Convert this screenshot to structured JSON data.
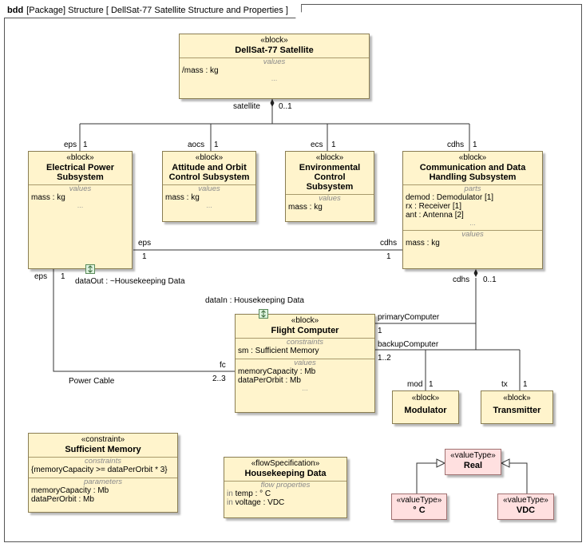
{
  "frame": {
    "kind": "bdd",
    "label": "[Package] Structure [ DellSat-77 Satellite Structure and Properties ]"
  },
  "blocks": {
    "satellite": {
      "stereotype": "«block»",
      "name": "DellSat-77 Satellite",
      "values_title": "values",
      "values": [
        "/mass : kg"
      ],
      "ellipsis": "..."
    },
    "eps": {
      "stereotype": "«block»",
      "name_line1": "Electrical Power",
      "name_line2": "Subsystem",
      "values_title": "values",
      "values": [
        "mass : kg"
      ],
      "ellipsis": "..."
    },
    "aocs": {
      "stereotype": "«block»",
      "name_line1": "Attitude and Orbit",
      "name_line2": "Control Subsystem",
      "values_title": "values",
      "values": [
        "mass : kg"
      ],
      "ellipsis": "..."
    },
    "ecs": {
      "stereotype": "«block»",
      "name_line1": "Environmental",
      "name_line2": "Control",
      "name_line3": "Subsystem",
      "values_title": "values",
      "values": [
        "mass : kg"
      ]
    },
    "cdhs": {
      "stereotype": "«block»",
      "name_line1": "Communication and Data",
      "name_line2": "Handling Subsystem",
      "parts_title": "parts",
      "parts": [
        "demod : Demodulator [1]",
        "rx : Receiver [1]",
        "ant : Antenna [2]"
      ],
      "parts_ellipsis": "...",
      "values_title": "values",
      "values": [
        "mass : kg"
      ]
    },
    "fc": {
      "stereotype": "«block»",
      "name": "Flight Computer",
      "constraints_title": "constraints",
      "constraints": [
        "sm : Sufficient Memory"
      ],
      "values_title": "values",
      "values": [
        "memoryCapacity : Mb",
        "dataPerOrbit : Mb"
      ],
      "ellipsis": "..."
    },
    "modulator": {
      "stereotype": "«block»",
      "name": "Modulator"
    },
    "transmitter": {
      "stereotype": "«block»",
      "name": "Transmitter"
    },
    "sufficient_memory": {
      "stereotype": "«constraint»",
      "name": "Sufficient Memory",
      "constraints_title": "constraints",
      "constraints": [
        "{memoryCapacity >= dataPerOrbit * 3}"
      ],
      "parameters_title": "parameters",
      "parameters": [
        "memoryCapacity : Mb",
        "dataPerOrbit : Mb"
      ]
    },
    "housekeeping": {
      "stereotype": "«flowSpecification»",
      "name": "Housekeeping Data",
      "props_title": "flow properties",
      "props": [
        {
          "dir": "in",
          "text": "temp : ° C"
        },
        {
          "dir": "in",
          "text": "voltage : VDC"
        }
      ]
    },
    "real": {
      "stereotype": "«valueType»",
      "name": "Real"
    },
    "degc": {
      "stereotype": "«valueType»",
      "name": "° C"
    },
    "vdc": {
      "stereotype": "«valueType»",
      "name": "VDC"
    }
  },
  "labels": {
    "satellite_role": "satellite",
    "satellite_mult": "0..1",
    "eps_role": "eps",
    "eps_mult": "1",
    "aocs_role": "aocs",
    "aocs_mult": "1",
    "ecs_role": "ecs",
    "ecs_mult": "1",
    "cdhs_role": "cdhs",
    "cdhs_mult": "1",
    "conn_eps_role": "eps",
    "conn_eps_mult": "1",
    "conn_cdhs_role": "cdhs",
    "conn_cdhs_mult": "1",
    "eps_left_role": "eps",
    "eps_left_mult": "1",
    "dataout": "dataOut : ~Housekeeping Data",
    "datain": "dataIn : Housekeeping Data",
    "cdhs_bottom_role": "cdhs",
    "cdhs_bottom_mult": "0..1",
    "primary_role": "primaryComputer",
    "primary_mult": "1",
    "backup_role": "backupComputer",
    "backup_mult": "1..2",
    "fc_role": "fc",
    "fc_mult": "2..3",
    "power_cable": "Power Cable",
    "mod_role": "mod",
    "mod_mult": "1",
    "tx_role": "tx",
    "tx_mult": "1"
  }
}
